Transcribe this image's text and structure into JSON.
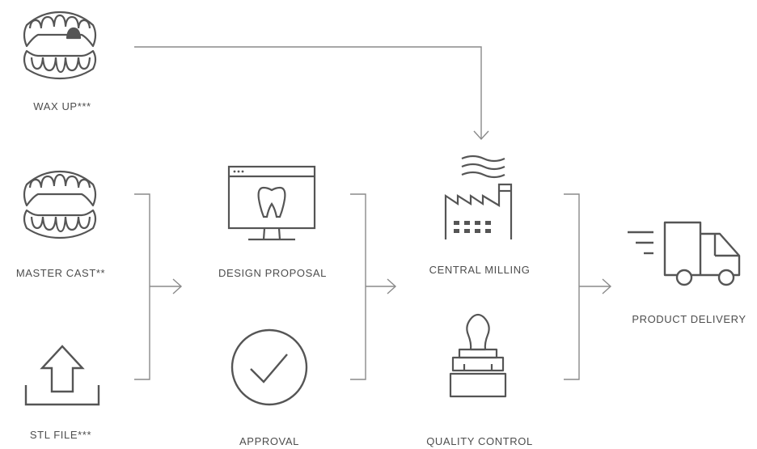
{
  "colors": {
    "stroke": "#8a8a8a",
    "icon": "#555555",
    "text": "#4d4d4d",
    "background": "#ffffff"
  },
  "nodes": {
    "wax_up": {
      "label": "WAX UP***",
      "icon": "teeth-icon"
    },
    "master_cast": {
      "label": "MASTER CAST**",
      "icon": "teeth-icon"
    },
    "stl_file": {
      "label": "STL FILE***",
      "icon": "upload-icon"
    },
    "design_proposal": {
      "label": "DESIGN PROPOSAL",
      "icon": "monitor-tooth-icon"
    },
    "approval": {
      "label": "APPROVAL",
      "icon": "check-circle-icon"
    },
    "central_milling": {
      "label": "CENTRAL MILLING",
      "icon": "factory-icon"
    },
    "quality_control": {
      "label": "QUALITY CONTROL",
      "icon": "stamp-icon"
    },
    "product_delivery": {
      "label": "PRODUCT DELIVERY",
      "icon": "delivery-truck-icon"
    }
  },
  "connectors": [
    {
      "from": [
        "master_cast",
        "stl_file"
      ],
      "to": [
        "design_proposal",
        "approval"
      ],
      "type": "bracket-arrow"
    },
    {
      "from": [
        "design_proposal",
        "approval"
      ],
      "to": [
        "central_milling",
        "quality_control"
      ],
      "type": "bracket-arrow"
    },
    {
      "from": [
        "central_milling",
        "quality_control"
      ],
      "to": [
        "product_delivery"
      ],
      "type": "bracket-arrow"
    },
    {
      "from": [
        "wax_up"
      ],
      "to": [
        "central_milling"
      ],
      "type": "elbow-arrow"
    }
  ]
}
